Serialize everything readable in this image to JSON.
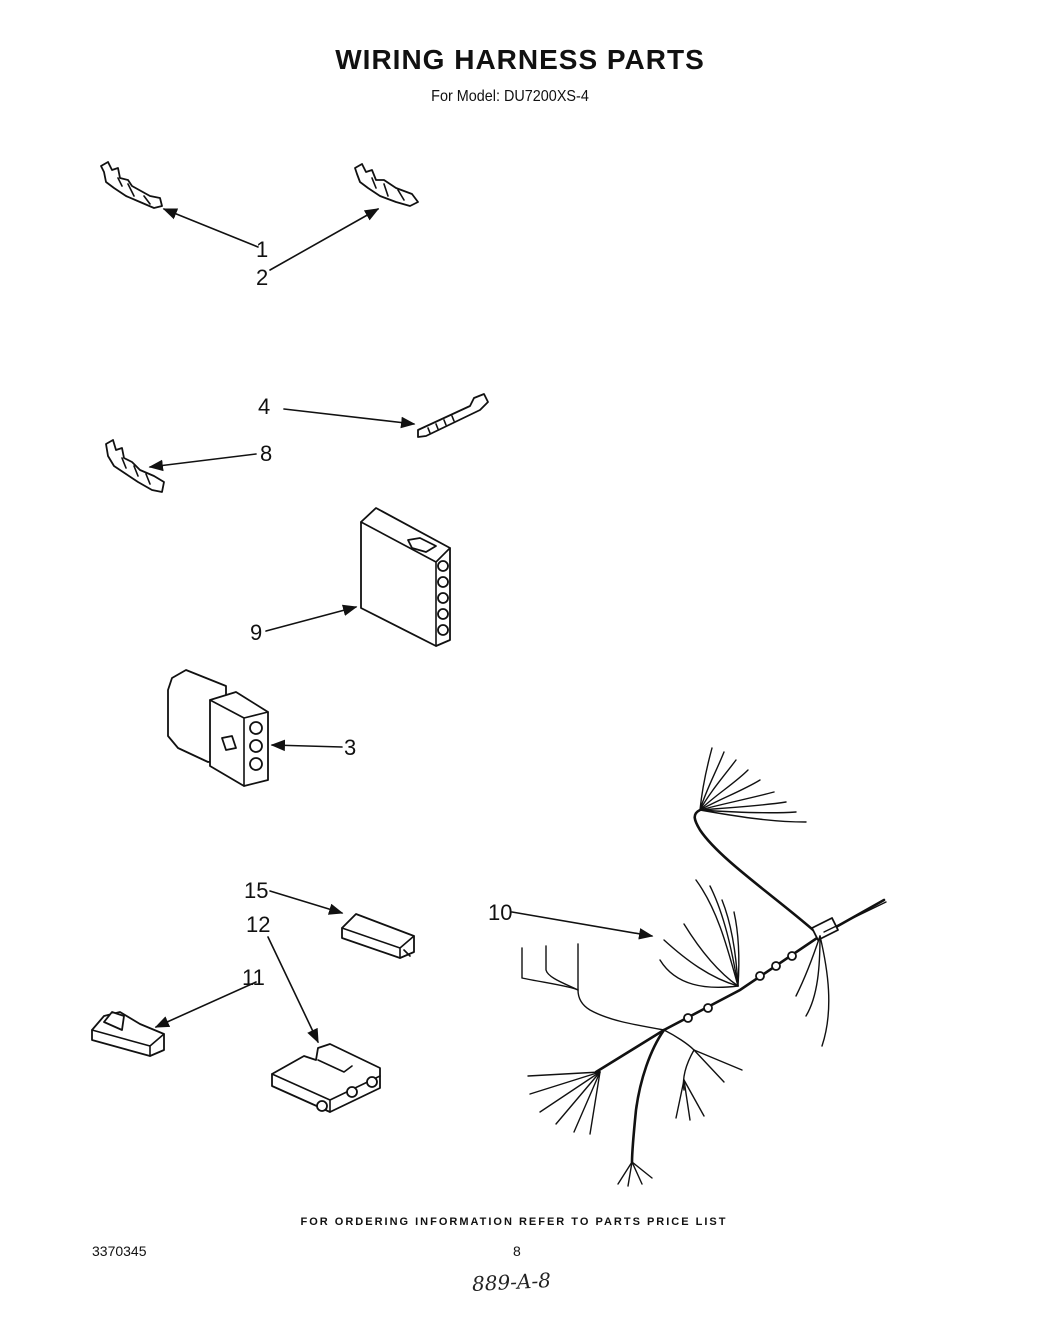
{
  "title": "WIRING HARNESS PARTS",
  "subtitle": "For Model: DU7200XS-4",
  "footer_note": "FOR ORDERING INFORMATION REFER TO PARTS PRICE LIST",
  "doc_number": "3370345",
  "page_number": "8",
  "handwritten_note": "889-A-8",
  "callouts": {
    "c1": "1",
    "c2": "2",
    "c4": "4",
    "c8": "8",
    "c9": "9",
    "c3": "3",
    "c15": "15",
    "c12": "12",
    "c11": "11",
    "c10": "10"
  }
}
